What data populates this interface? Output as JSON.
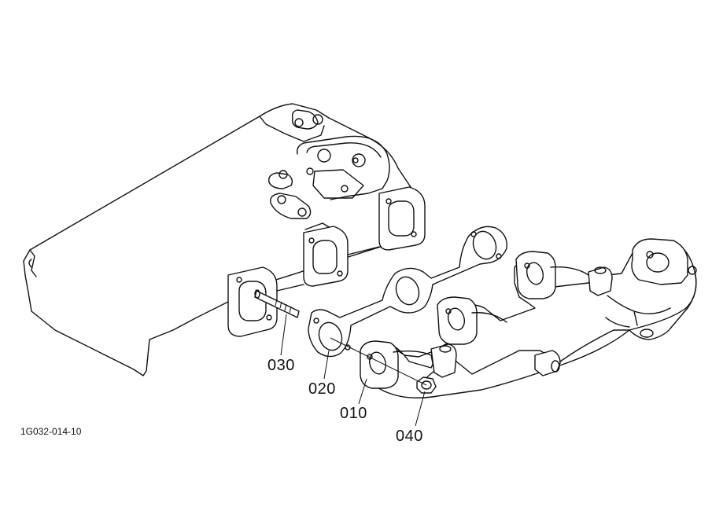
{
  "figure": {
    "id": "1G032-014-10"
  },
  "callouts": {
    "p010": "010",
    "p020": "020",
    "p030": "030",
    "p040": "040"
  }
}
